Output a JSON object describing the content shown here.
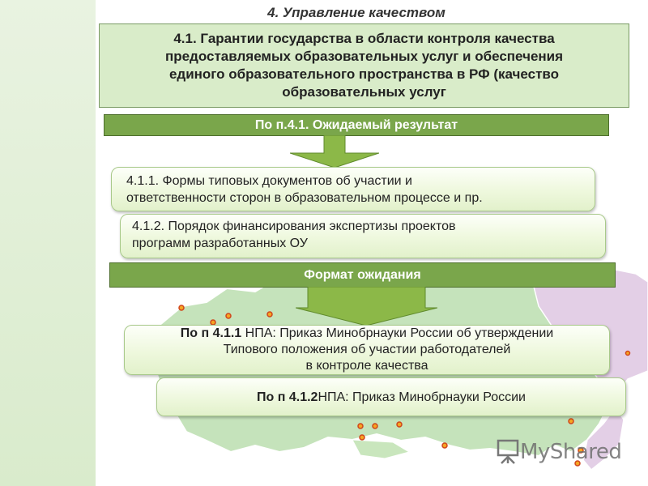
{
  "heading": "4. Управление качеством",
  "title_box": {
    "line1": "4.1. Гарантии государства в области контроля качества",
    "line2": "предоставляемых образовательных услуг и обеспечения",
    "line3": "единого образовательного пространства в РФ  (качество",
    "line4": "образовательных услуг"
  },
  "bar_expected": "По п.4.1. Ожидаемый результат",
  "result_items": [
    {
      "line1": "4.1.1. Формы типовых документов об участии и",
      "line2": "ответственности сторон в образовательном процессе и пр."
    },
    {
      "line1": "4.1.2. Порядок финансирования экспертизы проектов",
      "line2": "программ разработанных ОУ"
    }
  ],
  "bar_format": "Формат ожидания",
  "format_items": [
    {
      "bold": "По п 4.1.1",
      "rest": " НПА: Приказ Минобрнауки России  об утверждении",
      "line2": "Типового положения об участии работодателей",
      "line3": "в контроле качества"
    },
    {
      "bold": "По п 4.1.2",
      "rest": " НПА: Приказ Минобрнауки России"
    }
  ],
  "watermark": "MyShared",
  "colors": {
    "bar": "#7aa64b",
    "title_box": "#d9ecc9",
    "arrow": "#8cb848",
    "map_land": "#bfe0b4",
    "map_east": "#e3cfe6",
    "city_dot": "#e05a1a"
  }
}
